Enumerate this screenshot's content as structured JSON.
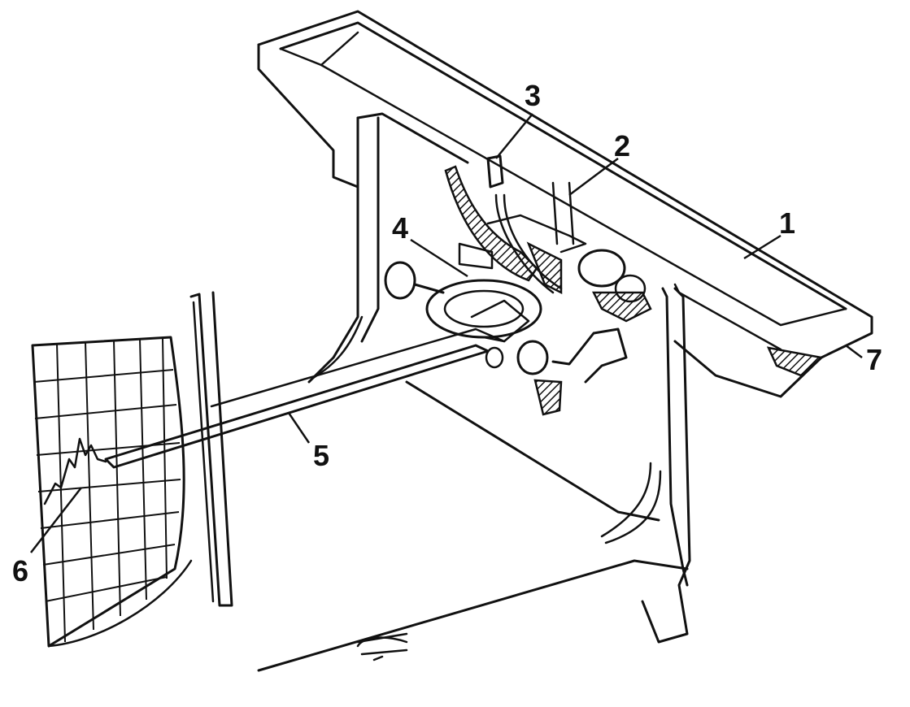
{
  "figure": {
    "labels": [
      {
        "id": "1",
        "text": "1"
      },
      {
        "id": "2",
        "text": "2"
      },
      {
        "id": "3",
        "text": "3"
      },
      {
        "id": "4",
        "text": "4"
      },
      {
        "id": "5",
        "text": "5"
      },
      {
        "id": "6",
        "text": "6"
      },
      {
        "id": "7",
        "text": "7"
      }
    ]
  },
  "colors": {
    "ink": "#111111",
    "paper": "#ffffff"
  }
}
